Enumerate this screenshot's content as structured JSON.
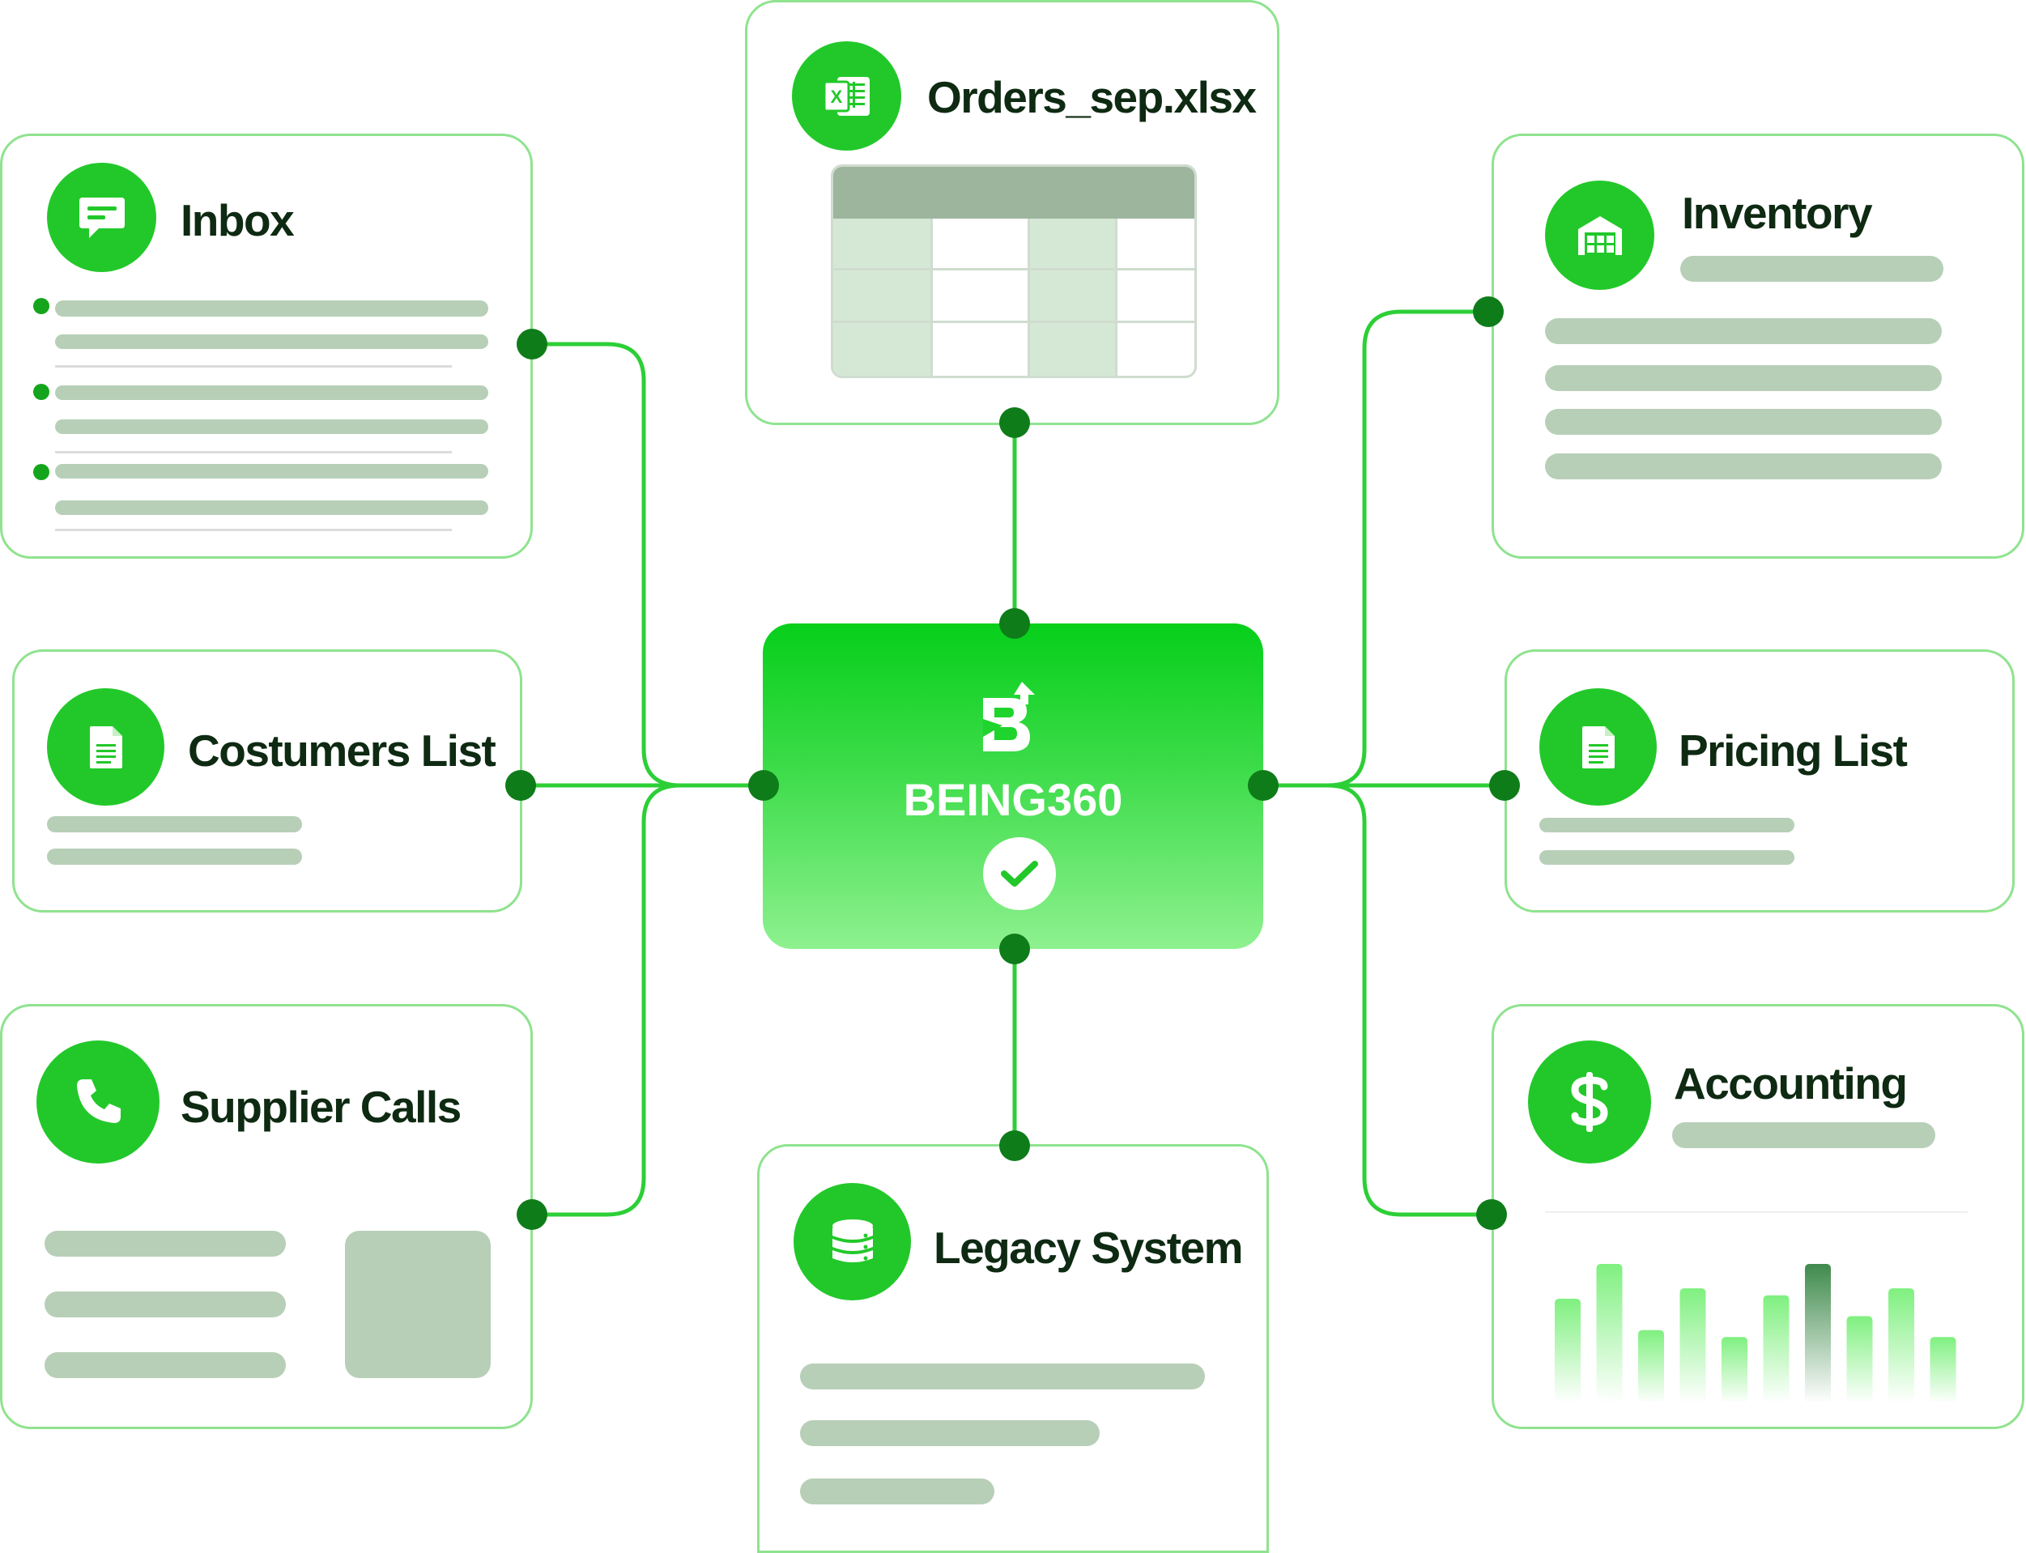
{
  "hub": {
    "name": "BEING360",
    "logo_icon": "being360-logo-icon",
    "status_icon": "check-icon"
  },
  "cards": {
    "inbox": {
      "title": "Inbox",
      "icon": "chat-bubble-icon"
    },
    "orders": {
      "title": "Orders_sep.xlsx",
      "icon": "excel-icon"
    },
    "inventory": {
      "title": "Inventory",
      "icon": "warehouse-icon"
    },
    "customers": {
      "title": "Costumers List",
      "icon": "document-icon"
    },
    "pricing": {
      "title": "Pricing List",
      "icon": "document-icon"
    },
    "supplier": {
      "title": "Supplier Calls",
      "icon": "phone-icon"
    },
    "legacy": {
      "title": "Legacy System",
      "icon": "database-icon"
    },
    "accounting": {
      "title": "Accounting",
      "icon": "dollar-icon"
    }
  },
  "colors": {
    "accent": "#22c82a",
    "connector": "#2ccf36",
    "node": "#0f7c1a",
    "card_border": "#8fe38f",
    "placeholder": "#b7cfb7",
    "title_text": "#0e2a12"
  },
  "accounting_chart": {
    "relative_values": [
      0.6,
      0.8,
      0.42,
      0.66,
      0.38,
      0.62,
      0.8,
      0.5,
      0.66,
      0.38
    ],
    "highlight_index": 6
  }
}
